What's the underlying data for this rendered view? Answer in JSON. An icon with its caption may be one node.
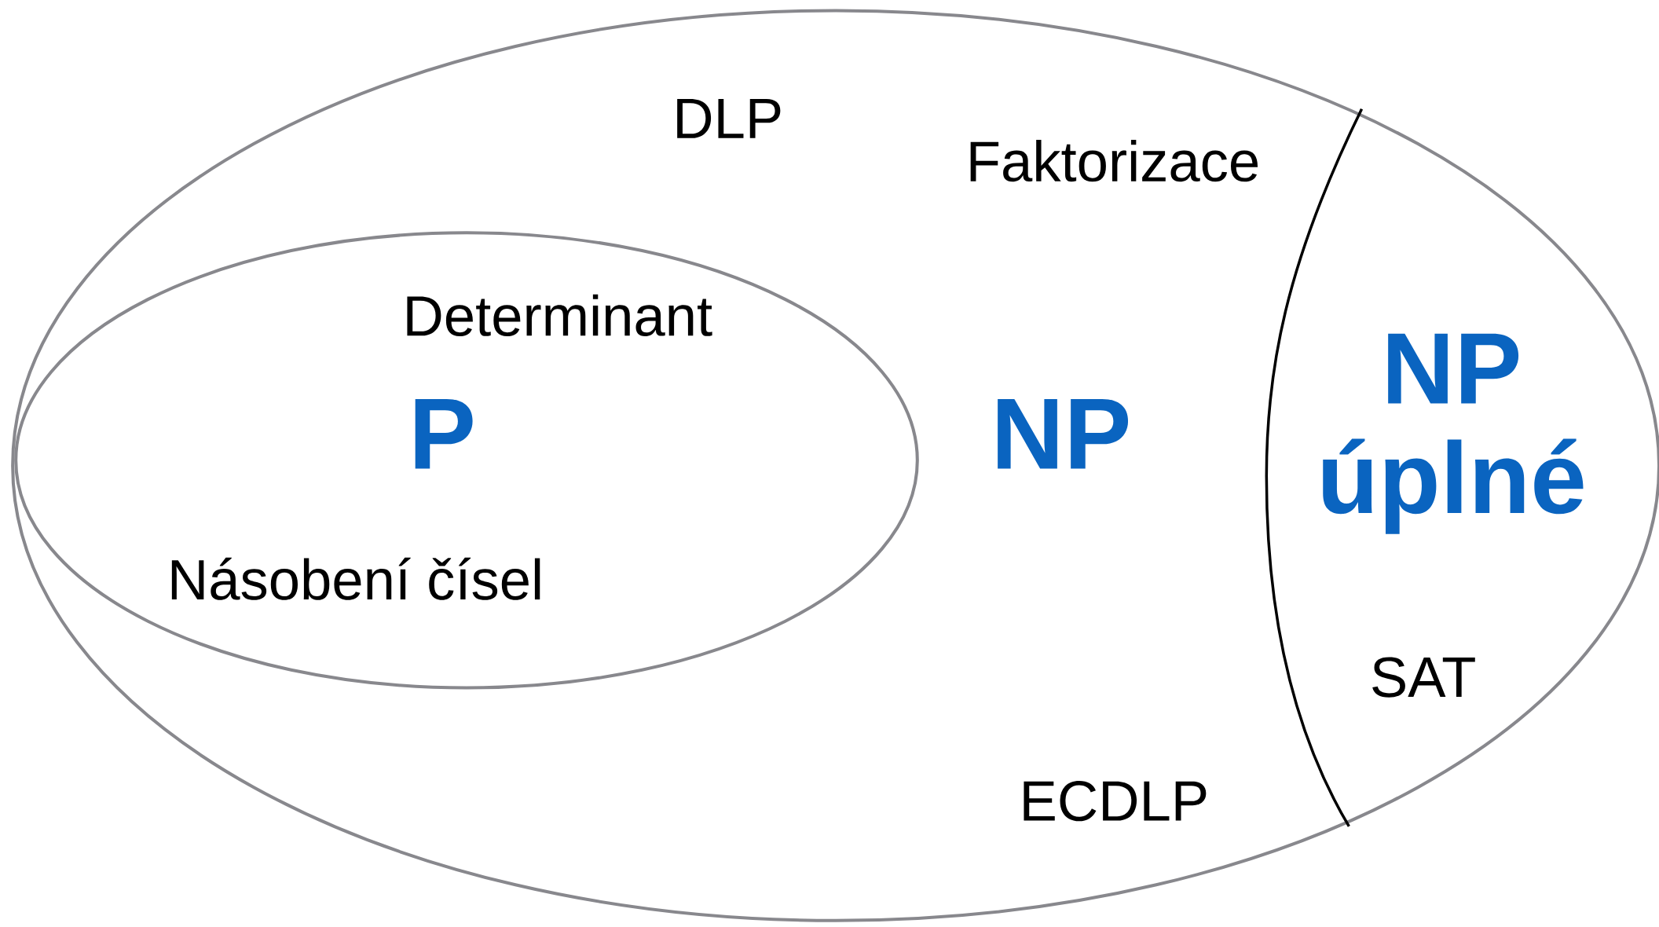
{
  "diagram": {
    "nodes": [
      {
        "text": [
          "DLP",
          "Faktorizace",
          "NP",
          "ECDLP"
        ]
      },
      {
        "text": [
          "Determinant",
          "P",
          "Násobení čísel"
        ],
        "in": 0
      },
      {
        "text": [
          "NP úplné",
          "SAT"
        ],
        "in": 0
      }
    ]
  }
}
